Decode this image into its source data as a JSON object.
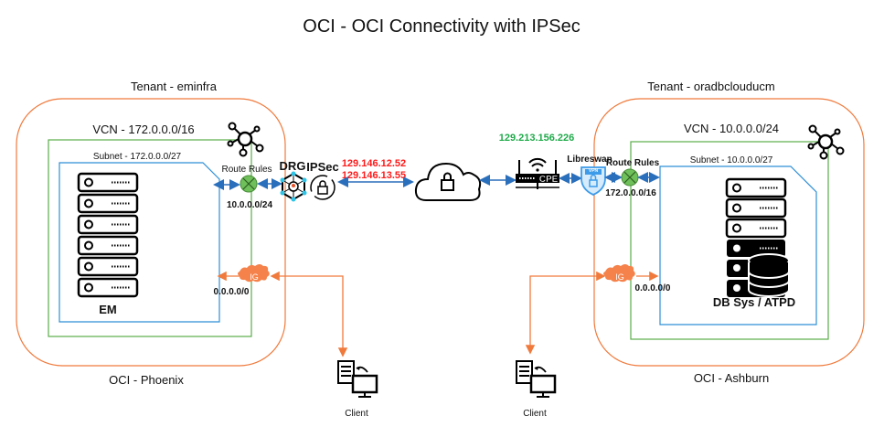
{
  "title": "OCI - OCI Connectivity with IPSec",
  "left": {
    "tenant": "Tenant - eminfra",
    "region": "OCI - Phoenix",
    "vcn": "VCN - 172.0.0.0/16",
    "subnet": "Subnet - 172.0.0.0/27",
    "server_label": "EM",
    "route_rules": "Route Rules",
    "route_cidr": "10.0.0.0/24",
    "drg": "DRG",
    "ipsec": "IPSec",
    "ig": "IG",
    "ig_cidr": "0.0.0.0/0",
    "public_ips": [
      "129.146.12.52",
      "129.146.13.55"
    ]
  },
  "right": {
    "tenant": "Tenant - oradbclouducm",
    "region": "OCI - Ashburn",
    "vcn": "VCN - 10.0.0.0/24",
    "subnet": "Subnet - 10.0.0.0/27",
    "server_label": "DB Sys / ATPD",
    "route_rules": "Route Rules",
    "route_cidr": "172.0.0.0/16",
    "libreswan": "Libreswan",
    "vpn": "VPN",
    "cpe": "CPE",
    "cpe_ip": "129.213.156.226",
    "ig": "IG",
    "ig_cidr": "0.0.0.0/0"
  },
  "clients": [
    "Client",
    "Client"
  ],
  "colors": {
    "tenant": "#f07a3c",
    "vcn": "#5aad4a",
    "subnet": "#2f8fd6",
    "link": "#2a6fbb",
    "router": "#6fbf5a",
    "ip_red": "#ff1a1a",
    "ip_green": "#1faa4a",
    "ig": "#f5824a"
  }
}
